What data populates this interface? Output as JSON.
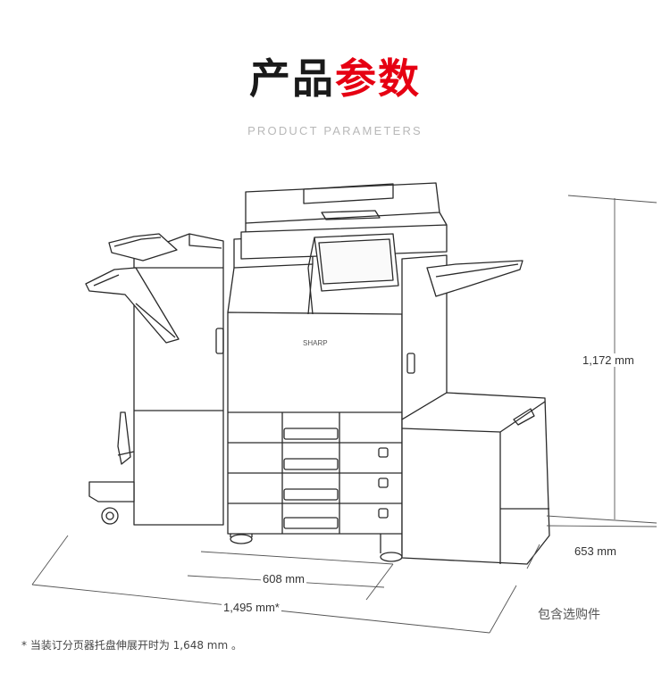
{
  "header": {
    "title_black": "产品",
    "title_red": "参数",
    "subtitle": "PRODUCT PARAMETERS",
    "accent_color": "#e60012"
  },
  "product": {
    "brand_label": "SHARP"
  },
  "dimensions": {
    "height": "1,172 mm",
    "depth": "653 mm",
    "width_main": "608 mm",
    "width_total": "1,495 mm*"
  },
  "labels": {
    "optional_parts": "包含选购件",
    "footnote": "* 当装订分页器托盘伸展开时为 1,648 mm 。"
  }
}
